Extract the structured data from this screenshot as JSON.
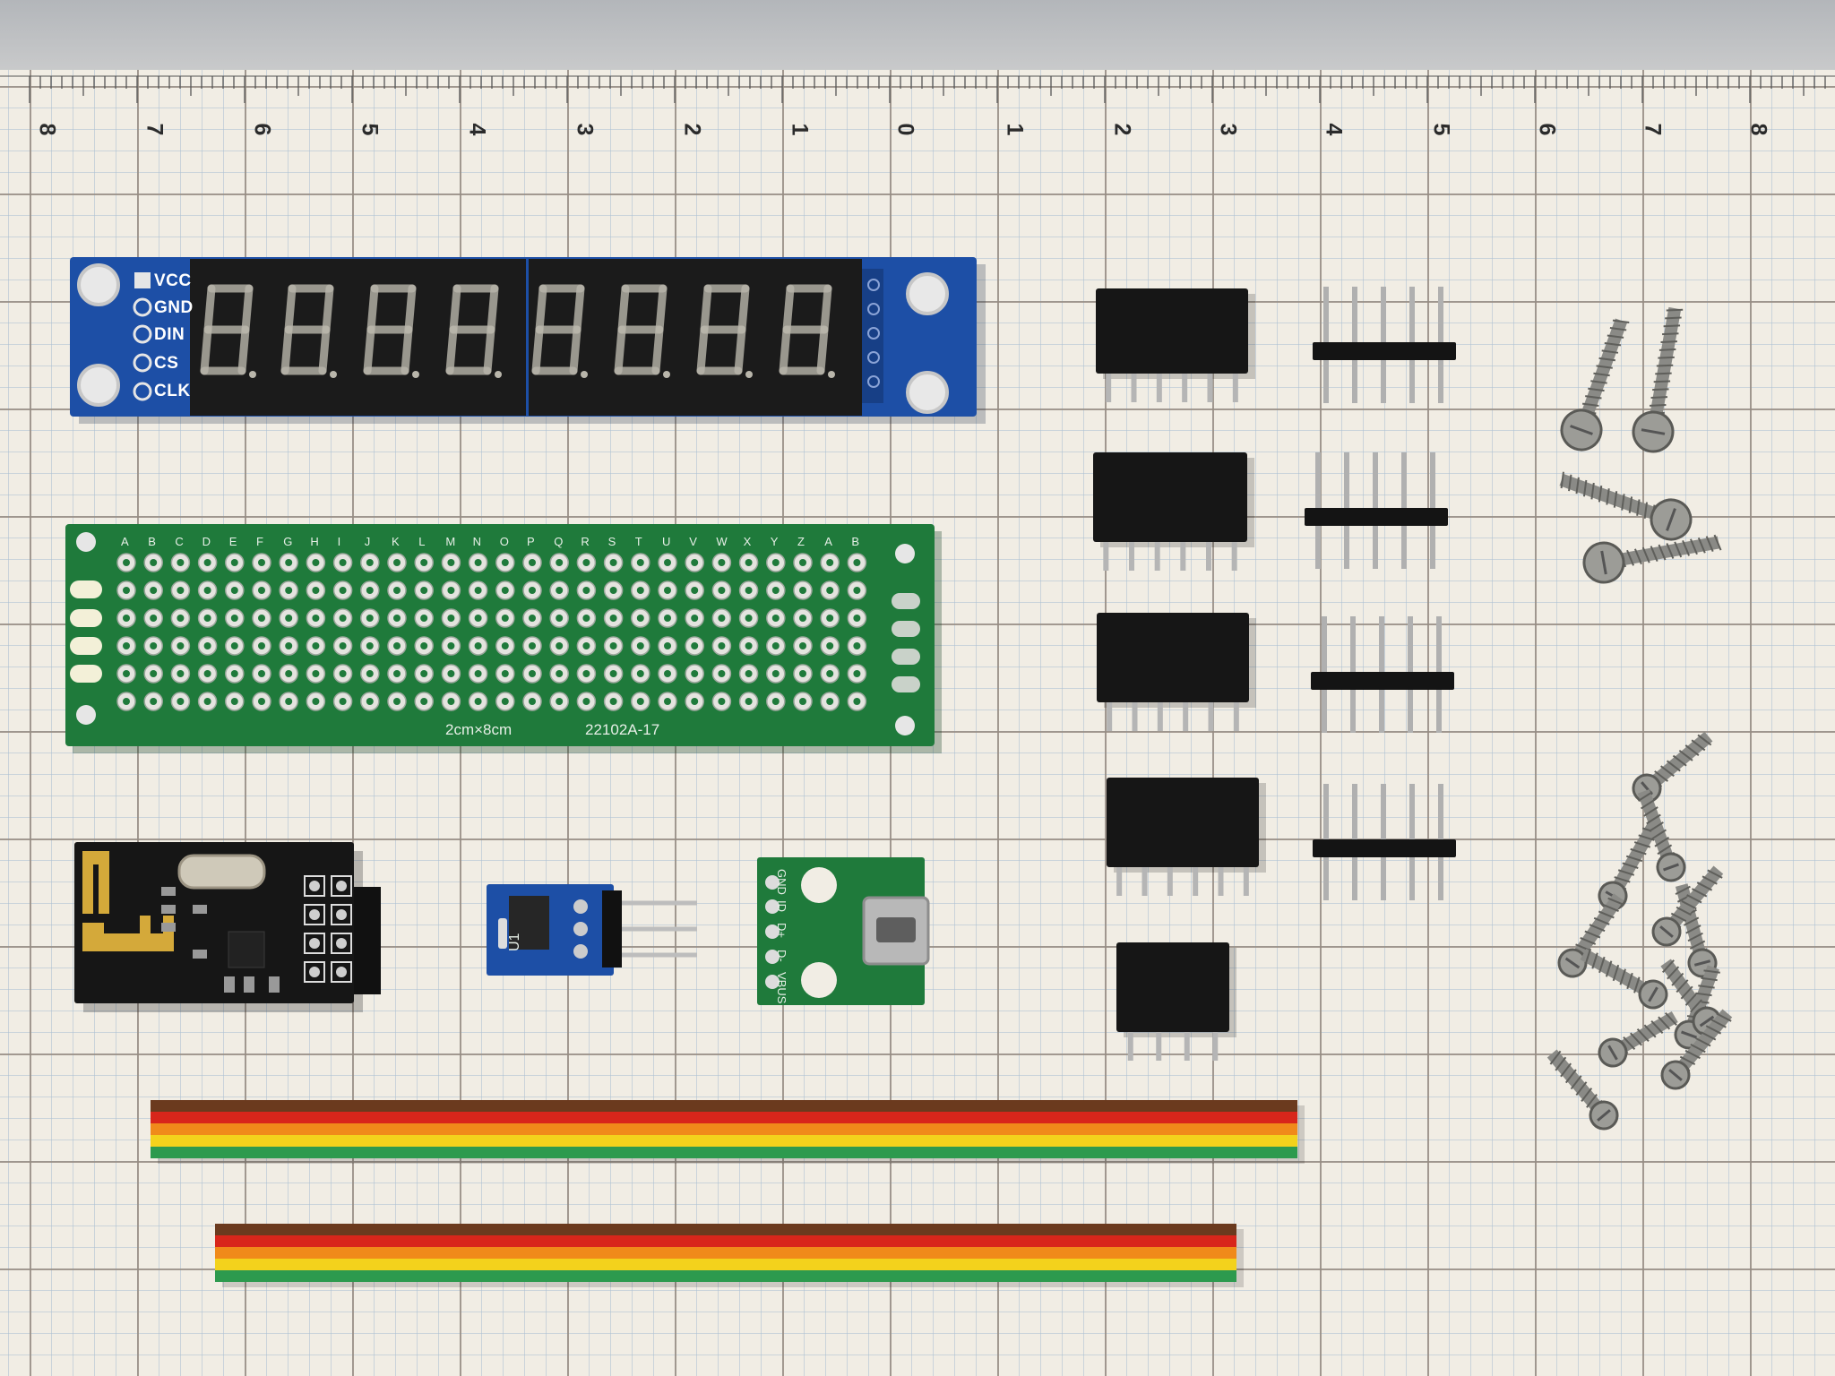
{
  "ruler": {
    "left_numbers": [
      "8",
      "7",
      "6",
      "5",
      "4",
      "3",
      "2",
      "1",
      "0"
    ],
    "right_numbers": [
      "1",
      "2",
      "3",
      "4",
      "5",
      "6",
      "7",
      "8"
    ]
  },
  "display_module": {
    "pin_labels": [
      "VCC",
      "GND",
      "DIN",
      "CS",
      "CLK"
    ],
    "digit_count": 8,
    "colors": {
      "pcb": "#1d4fa6",
      "digits": "#1b1b1b"
    }
  },
  "perfboard": {
    "column_letters": [
      "A",
      "B",
      "C",
      "D",
      "E",
      "F",
      "G",
      "H",
      "I",
      "J",
      "K",
      "L",
      "M",
      "N",
      "O",
      "P",
      "Q",
      "R",
      "S",
      "T",
      "U",
      "V",
      "W",
      "X",
      "Y",
      "Z",
      "A",
      "B"
    ],
    "size_label": "2cm×8cm",
    "part_label": "22102A-17",
    "colors": {
      "pcb": "#1f7a3b"
    }
  },
  "usb_breakout": {
    "pin_labels": [
      "GND",
      "ID",
      "D+",
      "D-",
      "VBUS"
    ]
  },
  "regulator": {
    "label": "U1"
  },
  "ribbon_cable": {
    "colors": [
      "#6b3a1e",
      "#d8261b",
      "#f08a1a",
      "#f3d21c",
      "#2d9a4e"
    ]
  },
  "headers": {
    "female_count": 5,
    "male_count": 4
  },
  "screws": {
    "large_count": 4,
    "small_count": 12
  }
}
